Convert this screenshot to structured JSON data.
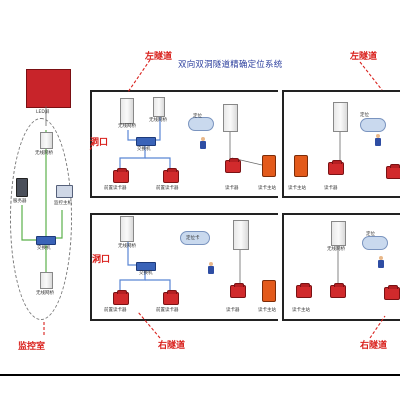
{
  "title": "双向双洞隧道精确定位系统",
  "led_label": "LED屏",
  "control_room": {
    "label": "监控室",
    "server_label": "服务器",
    "monitor_label": "监控主机",
    "switch_label": "交换机",
    "bridge_label_top": "无线网桥",
    "bridge_label_bottom": "无线网桥"
  },
  "tunnels": {
    "left_top_1": "左隧道",
    "left_top_2": "左隧道",
    "right_bottom_1": "右隧道",
    "right_bottom_2": "右隧道",
    "portal_top": "洞口",
    "portal_bottom": "洞口"
  },
  "upper_section": {
    "bridge_a": "无线网桥",
    "bridge_b": "无线网桥",
    "switch": "交换机",
    "reader_a": "前置读卡器",
    "reader_b": "前置读卡器",
    "reader_c": "读卡器",
    "cabinet_label": "读卡主站",
    "tag_label": "定位",
    "reader_d": "读卡器",
    "reader_e": "读卡主站"
  },
  "lower_section": {
    "bridge_a": "无线网桥",
    "switch": "交换机",
    "reader_a": "前置读卡器",
    "reader_b": "前置读卡器",
    "tag_label": "定位卡",
    "reader_c": "读卡器",
    "cabinet_label": "读卡主站",
    "bridge_c": "无线网桥",
    "tag_label_2": "定位",
    "reader_d": "读卡主站"
  },
  "colors": {
    "accent_red": "#d9201c",
    "title_blue": "#2c3f9e",
    "reader_red": "#d12a2c",
    "cabinet_orange": "#e35a1b"
  }
}
